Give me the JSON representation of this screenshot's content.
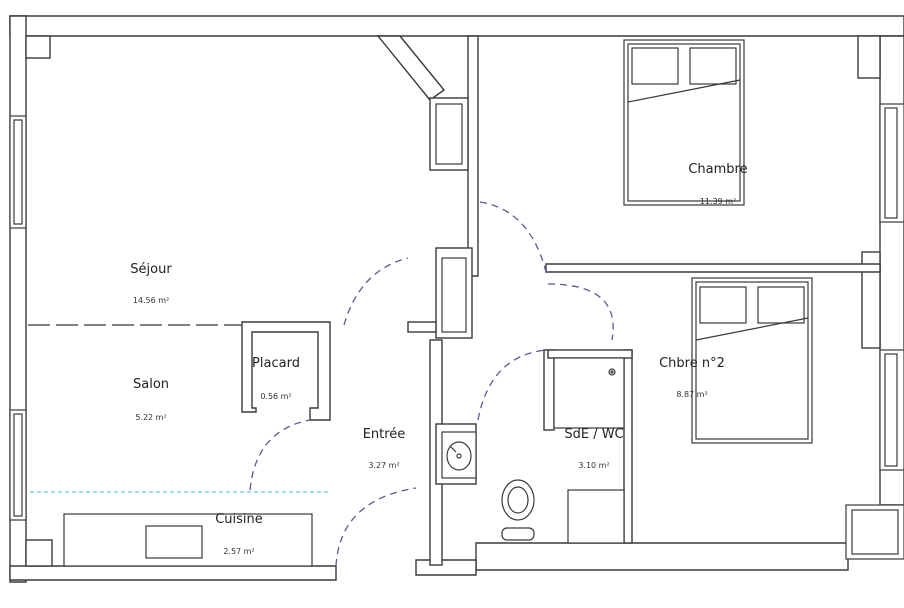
{
  "rooms": [
    {
      "id": "sejour",
      "label": "Séjour",
      "area": "14.56 m²"
    },
    {
      "id": "salon",
      "label": "Salon",
      "area": "5.22 m²"
    },
    {
      "id": "placard",
      "label": "Placard",
      "area": "0.56 m²"
    },
    {
      "id": "cuisine",
      "label": "Cuisine",
      "area": "2.57 m²"
    },
    {
      "id": "entree",
      "label": "Entrée",
      "area": "3.27 m²"
    },
    {
      "id": "chambre",
      "label": "Chambre",
      "area": "11.39 m²"
    },
    {
      "id": "chambre2",
      "label": "Chbre n°2",
      "area": "8.87 m²"
    },
    {
      "id": "sde",
      "label": "SdE / WC",
      "area": "3.10 m²"
    }
  ]
}
